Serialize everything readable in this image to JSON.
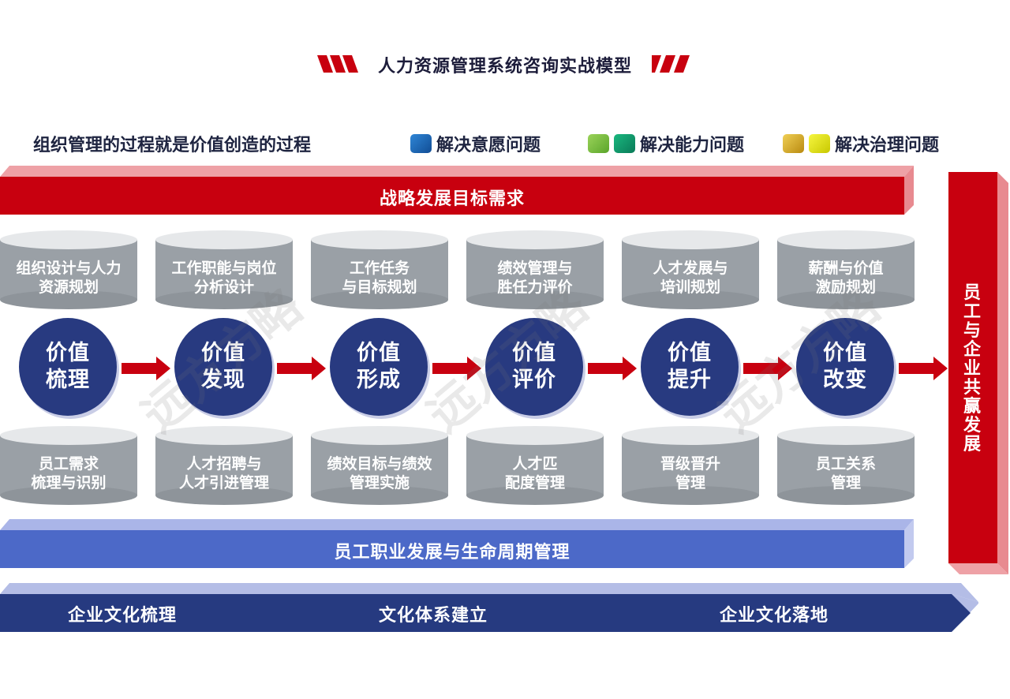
{
  "title": "人力资源管理系统咨询实战模型",
  "subtitle": "组织管理的过程就是价值创造的过程",
  "legend": [
    {
      "label": "解决意愿问题",
      "colors": [
        "#1f6db8"
      ]
    },
    {
      "label": "解决能力问题",
      "colors": [
        "#7cc242",
        "#0d9a6e"
      ]
    },
    {
      "label": "解决治理问题",
      "colors": [
        "#e2b42a",
        "#e6e600"
      ]
    }
  ],
  "top_bar": "战略发展目标需求",
  "right_bar": "员工与企业共赢发展",
  "top_cylinders": [
    [
      "组织设计与人力",
      "资源规划"
    ],
    [
      "工作职能与岗位",
      "分析设计"
    ],
    [
      "工作任务",
      "与目标规划"
    ],
    [
      "绩效管理与",
      "胜任力评价"
    ],
    [
      "人才发展与",
      "培训规划"
    ],
    [
      "薪酬与价值",
      "激励规划"
    ]
  ],
  "circles": [
    [
      "价值",
      "梳理"
    ],
    [
      "价值",
      "发现"
    ],
    [
      "价值",
      "形成"
    ],
    [
      "价值",
      "评价"
    ],
    [
      "价值",
      "提升"
    ],
    [
      "价值",
      "改变"
    ]
  ],
  "bottom_cylinders": [
    [
      "员工需求",
      "梳理与识别"
    ],
    [
      "人才招聘与",
      "人才引进管理"
    ],
    [
      "绩效目标与绩效",
      "管理实施"
    ],
    [
      "人才匹",
      "配度管理"
    ],
    [
      "晋级晋升",
      "管理"
    ],
    [
      "员工关系",
      "管理"
    ]
  ],
  "middle_bar": "员工职业发展与生命周期管理",
  "bottom_bar": [
    "企业文化梳理",
    "文化体系建立",
    "企业文化落地"
  ],
  "watermark": "远方方略",
  "colors": {
    "red": "#c8000f",
    "red_light": "#eea1a6",
    "blue": "#4c69c8",
    "blue_light": "#aab5e8",
    "navy": "#263a80",
    "circle": "#283a80",
    "gray": "#9aa0a6"
  }
}
